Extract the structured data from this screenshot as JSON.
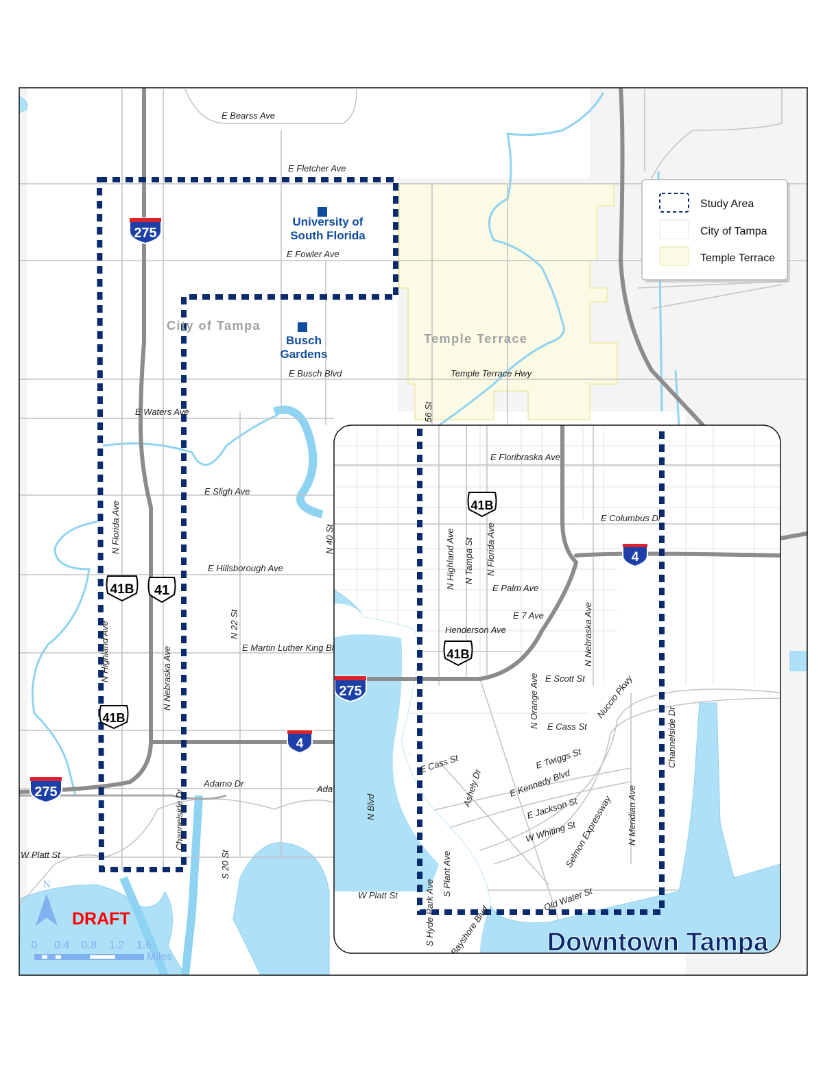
{
  "map": {
    "title": "Downtown Tampa",
    "watermark": "DRAFT",
    "places": {
      "usf_line1": "University of",
      "usf_line2": "South Florida",
      "busch_line1": "Busch",
      "busch_line2": "Gardens",
      "city_of_tampa": "City of Tampa",
      "temple_terrace": "Temple Terrace"
    },
    "roads": {
      "bearss": "E Bearss Ave",
      "fletcher": "E Fletcher Ave",
      "fowler": "E Fowler Ave",
      "busch": "E Busch Blvd",
      "tt_hwy": "Temple Terrace Hwy",
      "waters": "E Waters Ave",
      "sligh": "E Sligh Ave",
      "hillsborough": "E Hillsborough Ave",
      "mlk": "E Martin Luther King Bl",
      "adamo": "Adamo Dr",
      "adamo2": "Ada",
      "w_platt_main": "W Platt St",
      "s20": "S 20 St",
      "n22": "N 22 St",
      "n40": "N 40 St",
      "s56": "56 St",
      "n_florida_main": "N Florida Ave",
      "n_highland_main": "N Highland Ave",
      "n_nebraska_main": "N Nebraska Ave",
      "channelside_main": "Channelside Dr",
      "floribraska": "E Floribraska Ave",
      "columbus": "E Columbus Dr",
      "n_highland": "N Highland Ave",
      "n_tampa": "N Tampa St",
      "n_florida": "N Florida Ave",
      "palm": "E Palm Ave",
      "e7": "E 7 Ave",
      "henderson": "Henderson Ave",
      "n_nebraska": "N Nebraska Ave",
      "scott": "E Scott St",
      "n_orange": "N Orange Ave",
      "nuccio": "Nuccio Pkwy",
      "cass_e": "E Cass St",
      "cass_w": "E Cass St",
      "twiggs": "E Twiggs St",
      "ashely": "Ashely Dr",
      "kennedy": "E Kennedy Blvd",
      "jackson": "E Jackson St",
      "whiting": "W Whiting St",
      "selmon": "Selmon Expressway",
      "n_meridian": "N Meridian Ave",
      "channelside": "Channelside Dr",
      "n_blvd": "N Blvd",
      "s_plant": "S Plant Ave",
      "w_platt": "W Platt St",
      "s_hyde_park": "S Hyde Park Ave",
      "bayshore": "Bayshore Blvd",
      "old_water": "Old Water St"
    },
    "shields": {
      "i275_a": "275",
      "i275_b": "275",
      "i275_c": "275",
      "i4_a": "4",
      "i4_b": "4",
      "us41b_a": "41B",
      "us41b_b": "41B",
      "us41b_c": "41B",
      "us41b_d": "41B",
      "us41": "41"
    },
    "colors": {
      "study_area": "#0a2a6e",
      "water": "#aee0f7",
      "temple_terrace": "#f3f0a8",
      "city_of_tampa": "#ffffff",
      "draft": "#ff0000",
      "shield_blue": "#1c3fa8",
      "shield_red": "#d9232e"
    }
  },
  "legend": {
    "items": [
      {
        "label": "Study Area",
        "symbol": "dashed-outline"
      },
      {
        "label": "City of Tampa",
        "symbol": "fill-white"
      },
      {
        "label": "Temple Terrace",
        "symbol": "fill-yellow-outline"
      }
    ]
  },
  "north_arrow": {
    "label": "N"
  },
  "scale_bar": {
    "ticks": [
      "0",
      "0.4",
      "0.8",
      "1.2",
      "1.6"
    ],
    "unit": "Miles"
  }
}
